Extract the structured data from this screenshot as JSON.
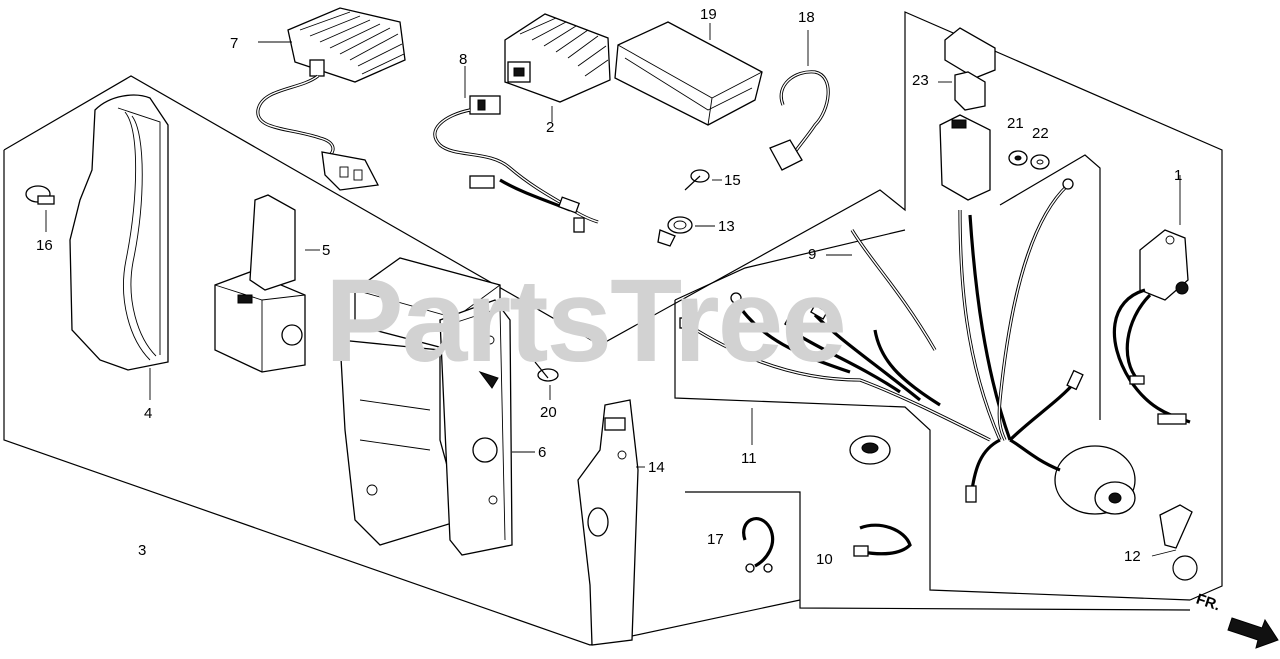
{
  "watermark": "PartsTree",
  "direction_label": "FR.",
  "callouts": [
    {
      "id": "1",
      "name": "callout-1"
    },
    {
      "id": "2",
      "name": "callout-2"
    },
    {
      "id": "3",
      "name": "callout-3"
    },
    {
      "id": "4",
      "name": "callout-4"
    },
    {
      "id": "5",
      "name": "callout-5"
    },
    {
      "id": "6",
      "name": "callout-6"
    },
    {
      "id": "7",
      "name": "callout-7"
    },
    {
      "id": "8",
      "name": "callout-8"
    },
    {
      "id": "9",
      "name": "callout-9"
    },
    {
      "id": "10",
      "name": "callout-10"
    },
    {
      "id": "11",
      "name": "callout-11"
    },
    {
      "id": "12",
      "name": "callout-12"
    },
    {
      "id": "13",
      "name": "callout-13"
    },
    {
      "id": "14",
      "name": "callout-14"
    },
    {
      "id": "15",
      "name": "callout-15"
    },
    {
      "id": "16",
      "name": "callout-16"
    },
    {
      "id": "17",
      "name": "callout-17"
    },
    {
      "id": "18",
      "name": "callout-18"
    },
    {
      "id": "19",
      "name": "callout-19"
    },
    {
      "id": "20",
      "name": "callout-20"
    },
    {
      "id": "21",
      "name": "callout-21"
    },
    {
      "id": "22",
      "name": "callout-22"
    },
    {
      "id": "23",
      "name": "callout-23"
    }
  ]
}
